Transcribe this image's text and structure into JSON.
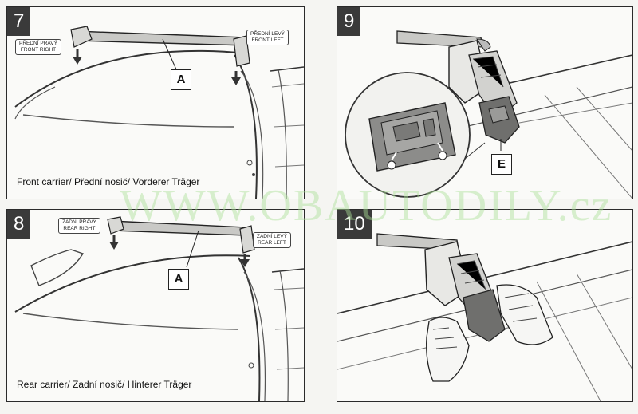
{
  "panels": {
    "p7": {
      "number": "7",
      "label_front_right": "PŘEDNÍ PRAVÝ",
      "label_front_right_en": "FRONT RIGHT",
      "label_front_left": "PŘEDNÍ LEVÝ",
      "label_front_left_en": "FRONT LEFT",
      "callout": "A",
      "caption": "Front carrier/ Přední nosič/ Vorderer Träger"
    },
    "p8": {
      "number": "8",
      "label_rear_right": "ZADNÍ PRAVÝ",
      "label_rear_right_en": "REAR RIGHT",
      "label_rear_left": "ZADNÍ LEVÝ",
      "label_rear_left_en": "REAR LEFT",
      "callout": "A",
      "caption": "Rear carrier/ Zadní nosič/ Hinterer Träger"
    },
    "p9": {
      "number": "9",
      "callout": "E"
    },
    "p10": {
      "number": "10"
    }
  },
  "watermark": "WWW.OBAUTODILY.cz",
  "colors": {
    "frame": "#2a2a2a",
    "number_bg": "#3a3a3a",
    "watermark": "#aae196"
  }
}
